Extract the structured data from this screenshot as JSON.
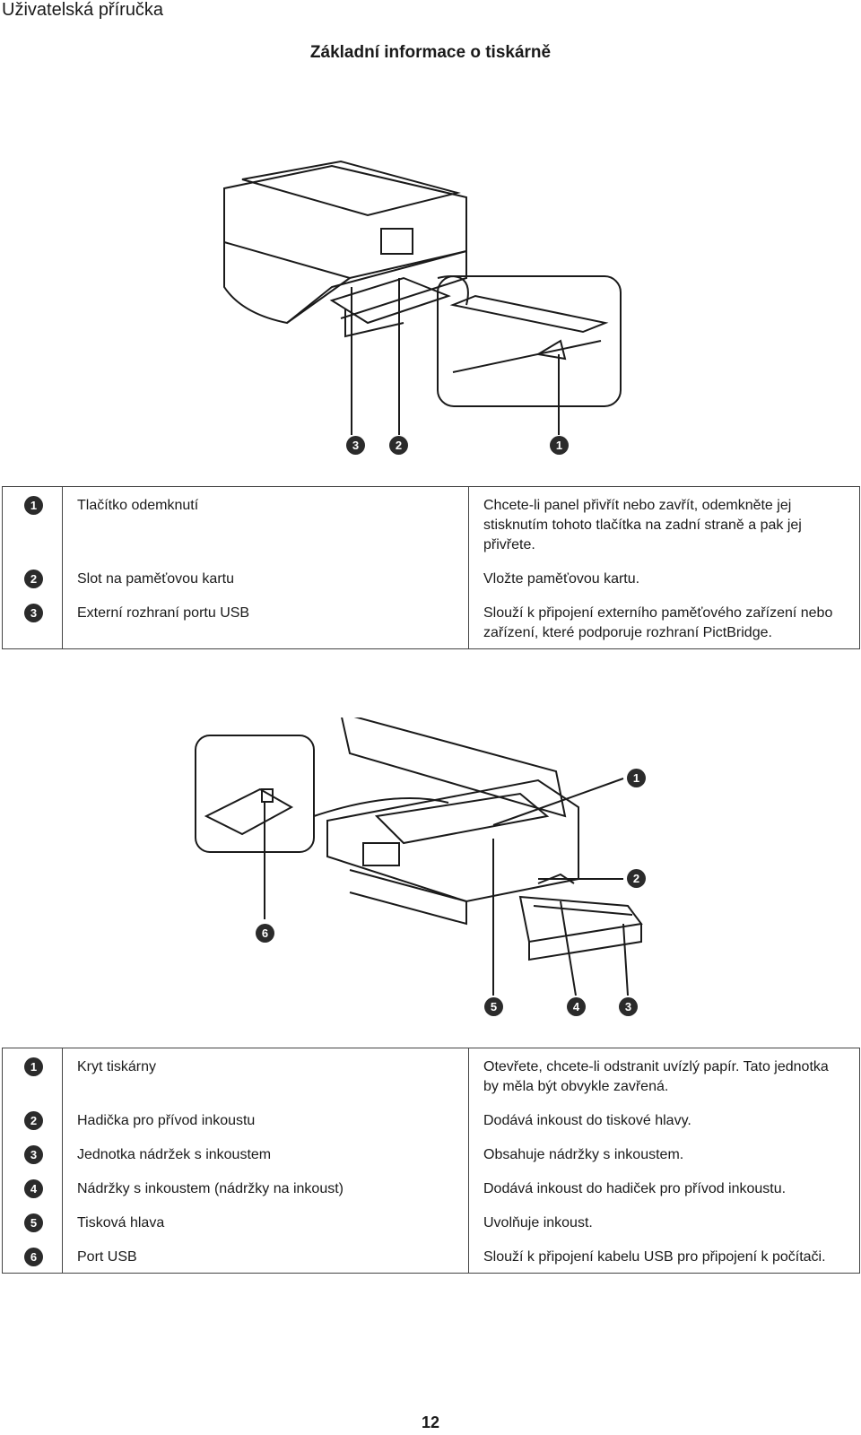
{
  "header": "Uživatelská příručka",
  "section_title": "Základní informace o tiskárně",
  "figure1": {
    "callouts": [
      "3",
      "2",
      "1"
    ]
  },
  "table1": [
    {
      "num": "1",
      "name": "Tlačítko odemknutí",
      "desc": "Chcete-li panel přivřít nebo zavřít, odemkněte jej stisknutím tohoto tlačítka na zadní straně a pak jej přivřete."
    },
    {
      "num": "2",
      "name": "Slot na paměťovou kartu",
      "desc": "Vložte paměťovou kartu."
    },
    {
      "num": "3",
      "name": "Externí rozhraní portu USB",
      "desc": "Slouží k připojení externího paměťového zařízení nebo zařízení, které podporuje rozhraní PictBridge."
    }
  ],
  "figure2": {
    "callouts": [
      "1",
      "2",
      "6",
      "5",
      "4",
      "3"
    ]
  },
  "table2": [
    {
      "num": "1",
      "name": "Kryt tiskárny",
      "desc": "Otevřete, chcete-li odstranit uvízlý papír. Tato jednotka by měla být obvykle zavřená."
    },
    {
      "num": "2",
      "name": "Hadička pro přívod inkoustu",
      "desc": "Dodává inkoust do tiskové hlavy."
    },
    {
      "num": "3",
      "name": "Jednotka nádržek s inkoustem",
      "desc": "Obsahuje nádržky s inkoustem."
    },
    {
      "num": "4",
      "name": "Nádržky s inkoustem (nádržky na inkoust)",
      "desc": "Dodává inkoust do hadiček pro přívod inkoustu."
    },
    {
      "num": "5",
      "name": "Tisková hlava",
      "desc": "Uvolňuje inkoust."
    },
    {
      "num": "6",
      "name": "Port USB",
      "desc": "Slouží k připojení kabelu USB pro připojení k počítači."
    }
  ],
  "page_number": "12"
}
